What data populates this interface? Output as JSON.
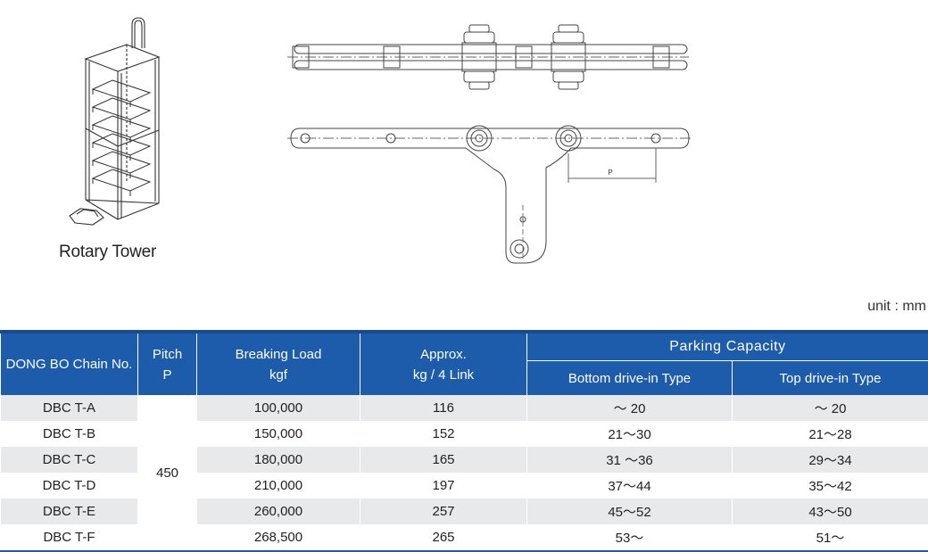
{
  "figure": {
    "caption": "Rotary Tower",
    "dimension_label": "P"
  },
  "unit_label": "unit : mm",
  "table": {
    "headers": {
      "chain_no": "DONG BO  Chain No.",
      "pitch_line1": "Pitch",
      "pitch_line2": "P",
      "breaking_line1": "Breaking Load",
      "breaking_line2": "kgf",
      "approx_line1": "Approx.",
      "approx_line2": "kg / 4 Link",
      "parking": "Parking  Capacity",
      "bottom": "Bottom drive-in Type",
      "top": "Top drive-in Type"
    },
    "pitch_value": "450",
    "rows": [
      {
        "chain": "DBC T-A",
        "load": "100,000",
        "approx": "116",
        "bottom": "～ 20",
        "top": "～ 20"
      },
      {
        "chain": "DBC T-B",
        "load": "150,000",
        "approx": "152",
        "bottom": "21～30",
        "top": "21～28"
      },
      {
        "chain": "DBC T-C",
        "load": "180,000",
        "approx": "165",
        "bottom": "31 ～36",
        "top": "29～34"
      },
      {
        "chain": "DBC T-D",
        "load": "210,000",
        "approx": "197",
        "bottom": "37～44",
        "top": "35～42"
      },
      {
        "chain": "DBC T-E",
        "load": "260,000",
        "approx": "257",
        "bottom": "45～52",
        "top": "43～50"
      },
      {
        "chain": "DBC T-F",
        "load": "268,500",
        "approx": "265",
        "bottom": "53～",
        "top": "51～"
      }
    ]
  }
}
